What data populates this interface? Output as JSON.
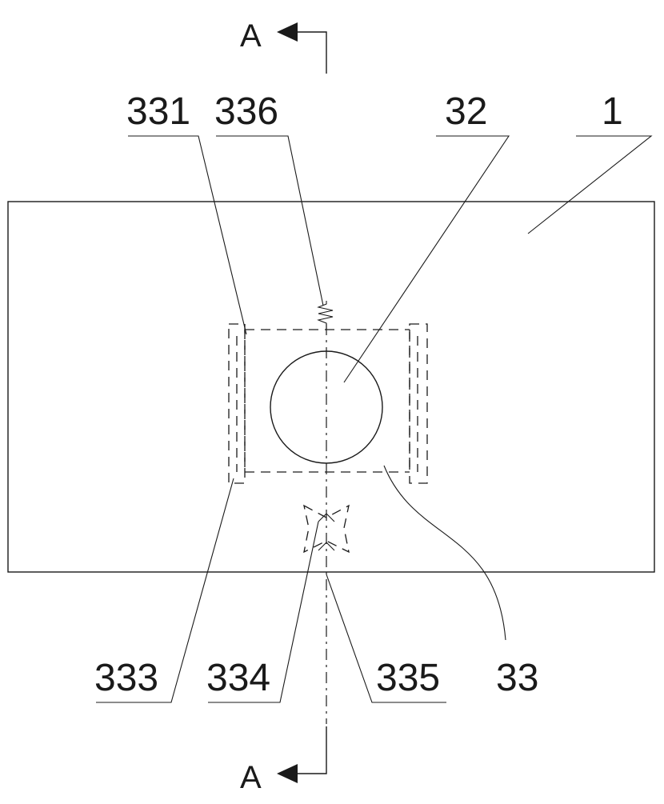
{
  "drawing": {
    "section_marks": {
      "top": "A",
      "bottom": "A"
    },
    "labels": {
      "l331": "331",
      "l336": "336",
      "l32": "32",
      "l1": "1",
      "l333": "333",
      "l334": "334",
      "l335": "335",
      "l33": "33"
    }
  }
}
